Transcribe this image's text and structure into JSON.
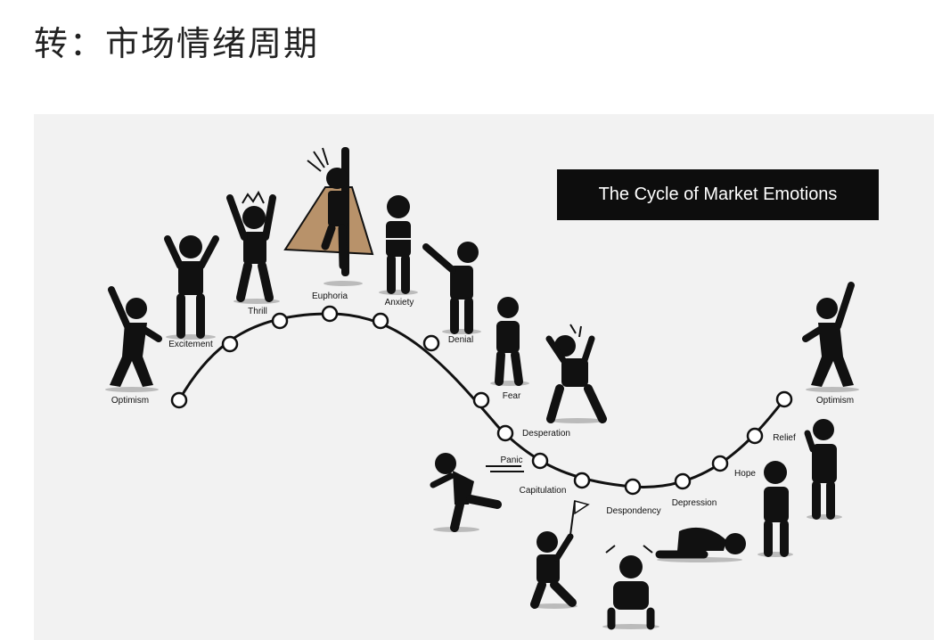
{
  "header": {
    "title": "转：市场情绪周期"
  },
  "diagram": {
    "title": "The Cycle of Market Emotions",
    "stages": [
      {
        "label": "Optimism"
      },
      {
        "label": "Excitement"
      },
      {
        "label": "Thrill"
      },
      {
        "label": "Euphoria"
      },
      {
        "label": "Anxiety"
      },
      {
        "label": "Denial"
      },
      {
        "label": "Fear"
      },
      {
        "label": "Desperation"
      },
      {
        "label": "Panic"
      },
      {
        "label": "Capitulation"
      },
      {
        "label": "Despondency"
      },
      {
        "label": "Depression"
      },
      {
        "label": "Hope"
      },
      {
        "label": "Relief"
      },
      {
        "label": "Optimism"
      }
    ],
    "colors": {
      "ink": "#111111",
      "cape": "#b8926a",
      "banner": "#0d0d0d",
      "panel": "#f2f2f2"
    }
  }
}
